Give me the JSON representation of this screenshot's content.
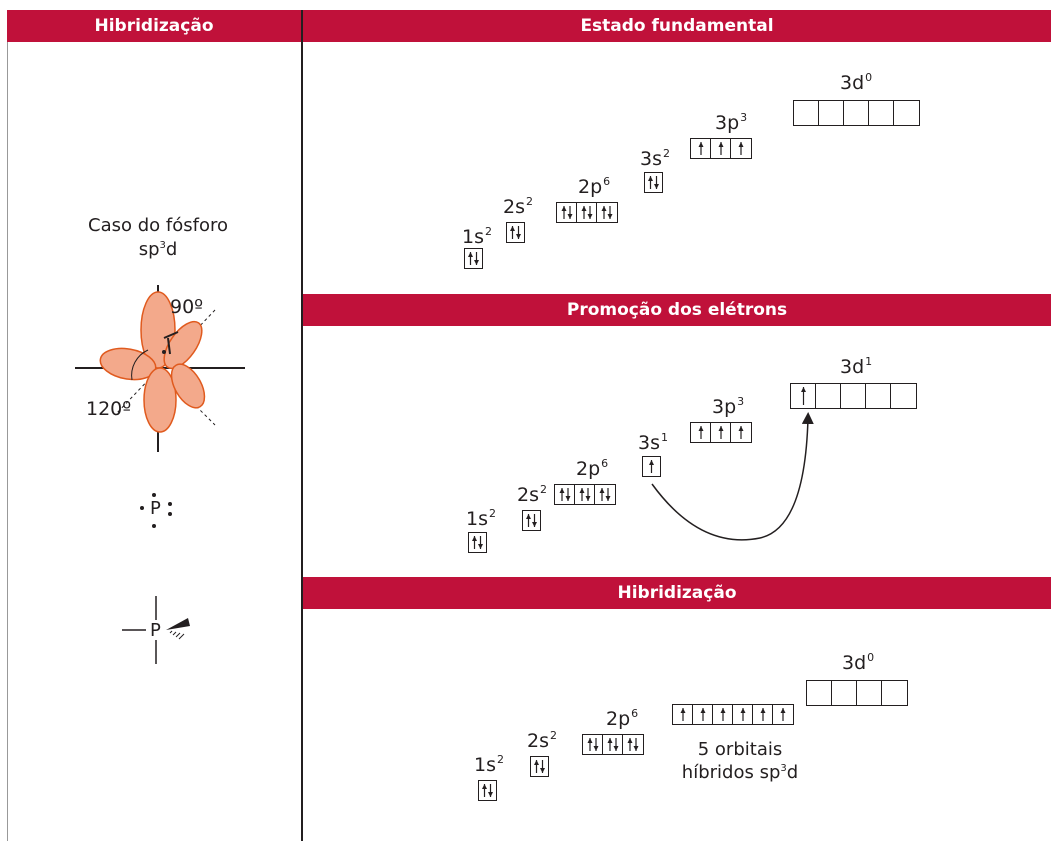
{
  "header": {
    "left": "Hibridização",
    "section1": "Estado fundamental",
    "section2": "Promoção dos elétrons",
    "section3": "Hibridização"
  },
  "left_panel": {
    "case_line1": "Caso do fósforo",
    "case_base": "sp",
    "case_sup": "3",
    "case_tail": "d",
    "angle_90": "90º",
    "angle_120": "120º",
    "lewis_atom": "P",
    "struct_atom": "P"
  },
  "section1": {
    "labels": [
      {
        "base": "1s",
        "sup": "2"
      },
      {
        "base": "2s",
        "sup": "2"
      },
      {
        "base": "2p",
        "sup": "6"
      },
      {
        "base": "3s",
        "sup": "2"
      },
      {
        "base": "3p",
        "sup": "3"
      },
      {
        "base": "3d",
        "sup": "0"
      }
    ]
  },
  "section2": {
    "labels": [
      {
        "base": "1s",
        "sup": "2"
      },
      {
        "base": "2s",
        "sup": "2"
      },
      {
        "base": "2p",
        "sup": "6"
      },
      {
        "base": "3s",
        "sup": "1"
      },
      {
        "base": "3p",
        "sup": "3"
      },
      {
        "base": "3d",
        "sup": "1"
      }
    ]
  },
  "section3": {
    "labels": [
      {
        "base": "1s",
        "sup": "2"
      },
      {
        "base": "2s",
        "sup": "2"
      },
      {
        "base": "2p",
        "sup": "6"
      },
      {
        "base": "3d",
        "sup": "0"
      }
    ],
    "hybrid_line1": "5 orbitais",
    "hybrid_line2_base": "híbridos sp",
    "hybrid_line2_sup": "3",
    "hybrid_line2_tail": "d"
  },
  "colors": {
    "header_bg": "#c0113a",
    "lobe_fill": "#f3a98b",
    "lobe_stroke": "#e05a1e"
  }
}
